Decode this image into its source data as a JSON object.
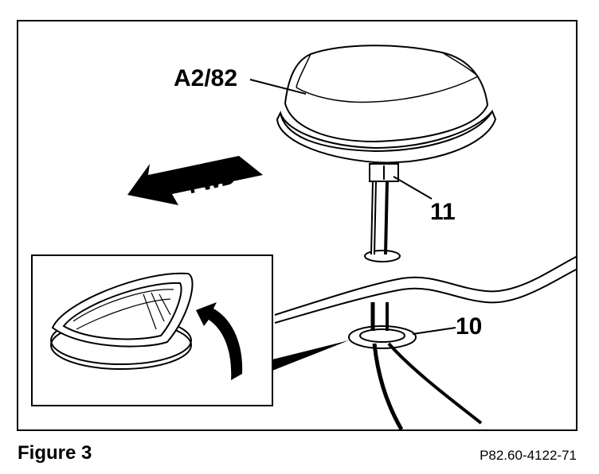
{
  "labels": {
    "antenna": "A2/82",
    "connector": "11",
    "grommet": "10",
    "direction": "FWD"
  },
  "caption": {
    "figure": "Figure 3",
    "reference": "P82.60-4122-71"
  }
}
